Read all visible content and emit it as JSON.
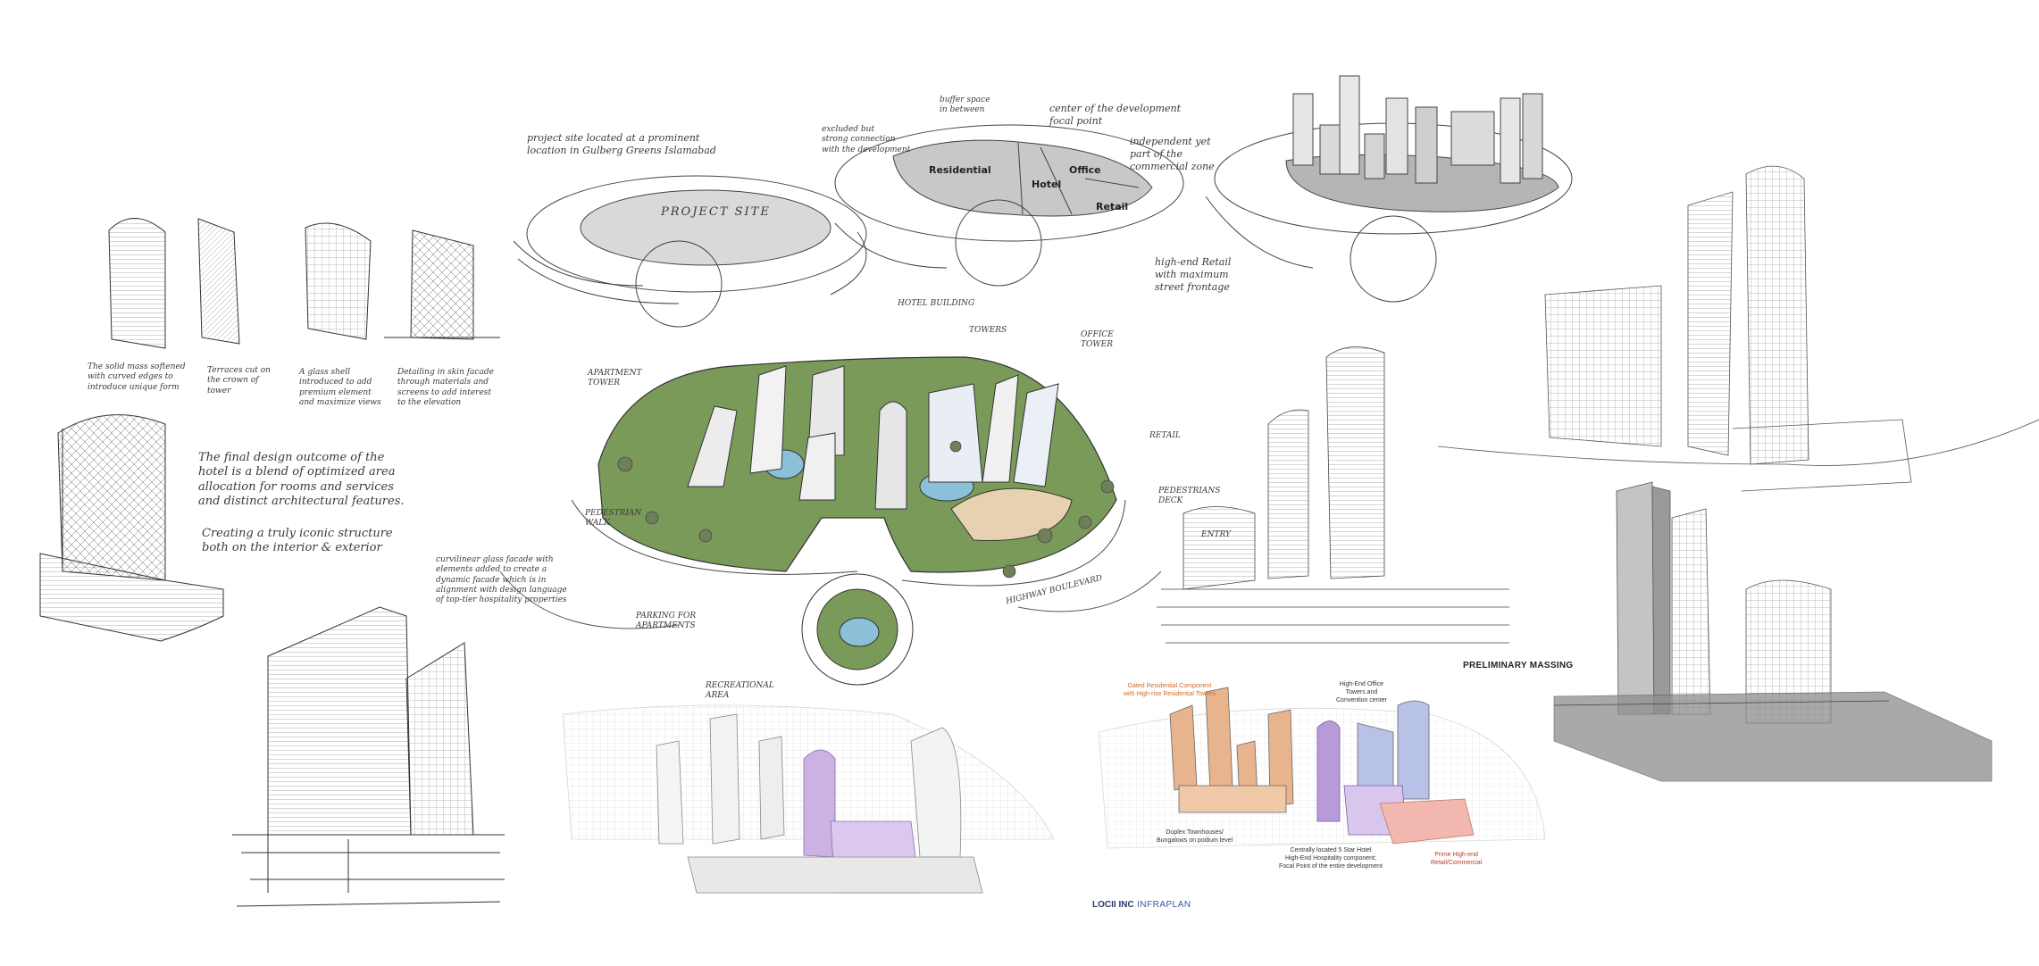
{
  "site_notes": {
    "location_note": "project site located at a prominent\nlocation in Gulberg Greens Islamabad",
    "project_site": "PROJECT SITE"
  },
  "zoning": {
    "buffer": "buffer space\nin between",
    "center": "center of the development\nfocal point",
    "excluded": "excluded but\nstrong connection\nwith the development",
    "independent": "independent yet\npart of the\ncommercial zone",
    "highend_retail": "high-end Retail\nwith maximum\nstreet frontage",
    "zones": {
      "residential": "Residential",
      "hotel": "Hotel",
      "office": "Office",
      "retail": "Retail"
    }
  },
  "tower_sketch_notes": [
    "The solid mass softened\nwith curved edges to\nintroduce unique form",
    "Terraces cut on\nthe crown of\ntower",
    "A glass shell\nintroduced to add\npremium element\nand maximize views",
    "Detailing in skin facade\nthrough materials and\nscreens to add interest\nto the elevation"
  ],
  "design_outcome": {
    "line1": "The final design outcome of the\nhotel is a blend of optimized area\nallocation for rooms and services\nand distinct architectural features.",
    "line2": "Creating a truly iconic structure\nboth on the interior & exterior"
  },
  "facade_note": "curvilinear glass facade with\nelements added to create a\ndynamic facade which is in\nalignment with design language\nof top-tier hospitality properties",
  "masterplan_labels": {
    "hotel_building": "HOTEL BUILDING",
    "towers": "TOWERS",
    "office_tower": "OFFICE\nTOWER",
    "apartment_tower": "APARTMENT\nTOWER",
    "retail": "RETAIL",
    "pedestrian_walk": "PEDESTRIAN\nWALK",
    "parking_apartments": "PARKING FOR\nAPARTMENTS",
    "recreational_area": "RECREATIONAL\nAREA",
    "highway": "HIGHWAY BOULEVARD",
    "pedestrians_deck": "PEDESTRIANS\nDECK",
    "entry": "ENTRY"
  },
  "massing": {
    "title": "PRELIMINARY MASSING",
    "gated_residential": "Gated Residential Component\nwith High-rise Residential Towers",
    "highend_office": "High-End Office\nTowers and\nConvention center",
    "duplex": "Duplex Townhouses/\nBungalows on podium level",
    "hotel_component": "Centrally located 5 Star Hotel\nHigh-End Hospitality component;\nFocal Point of the entire development",
    "prime_retail": "Prime High-end\nRetail/Commercial"
  },
  "logos": {
    "loci": "LOCII INC",
    "infraplan": "INFRAPLAN"
  },
  "colors": {
    "residential": "#e8b48e",
    "hotel": "#b89ad8",
    "office": "#b8c2e6",
    "retail": "#f2b8b0",
    "green": "#7a9a5a",
    "water": "#8cc0d8",
    "orange_text": "#d36a2a"
  }
}
